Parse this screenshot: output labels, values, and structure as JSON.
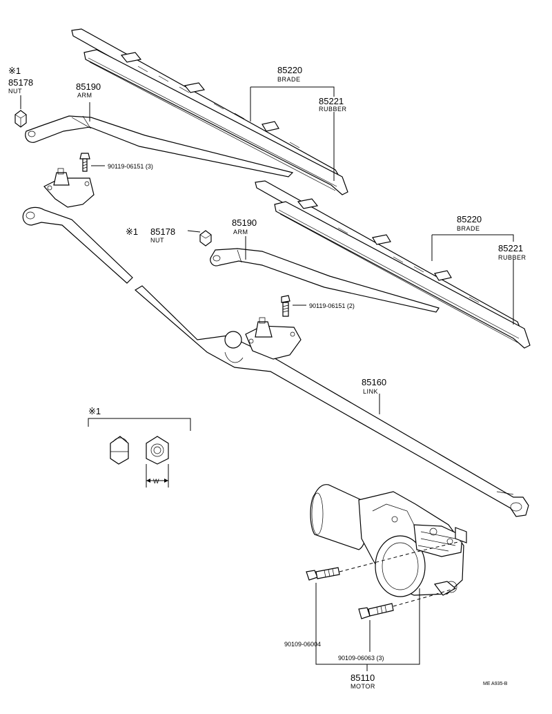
{
  "labels": {
    "nut_top": {
      "mark": "※1",
      "number": "85178",
      "name": "NUT"
    },
    "arm_top": {
      "number": "85190",
      "name": "ARM"
    },
    "blade_top": {
      "number": "85220",
      "name": "BRADE"
    },
    "rubber_top": {
      "number": "85221",
      "name": "RUBBER"
    },
    "bolt_top": {
      "text": "90119-06151 (3)"
    },
    "nut_mid": {
      "mark": "※1",
      "number": "85178",
      "name": "NUT"
    },
    "arm_mid": {
      "number": "85190",
      "name": "ARM"
    },
    "blade_mid": {
      "number": "85220",
      "name": "BRADE"
    },
    "rubber_mid": {
      "number": "85221",
      "name": "RUBBER"
    },
    "bolt_mid": {
      "text": "90119-06151 (2)"
    },
    "link": {
      "number": "85160",
      "name": "LINK"
    },
    "inset": {
      "mark": "※1",
      "dimension": "W"
    },
    "bolt_motor_a": {
      "text": "90109-06004"
    },
    "bolt_motor_b": {
      "text": "90109-06063 (3)"
    },
    "motor": {
      "number": "85110",
      "name": "MOTOR"
    },
    "code": {
      "text": "ME  A935-B"
    }
  }
}
